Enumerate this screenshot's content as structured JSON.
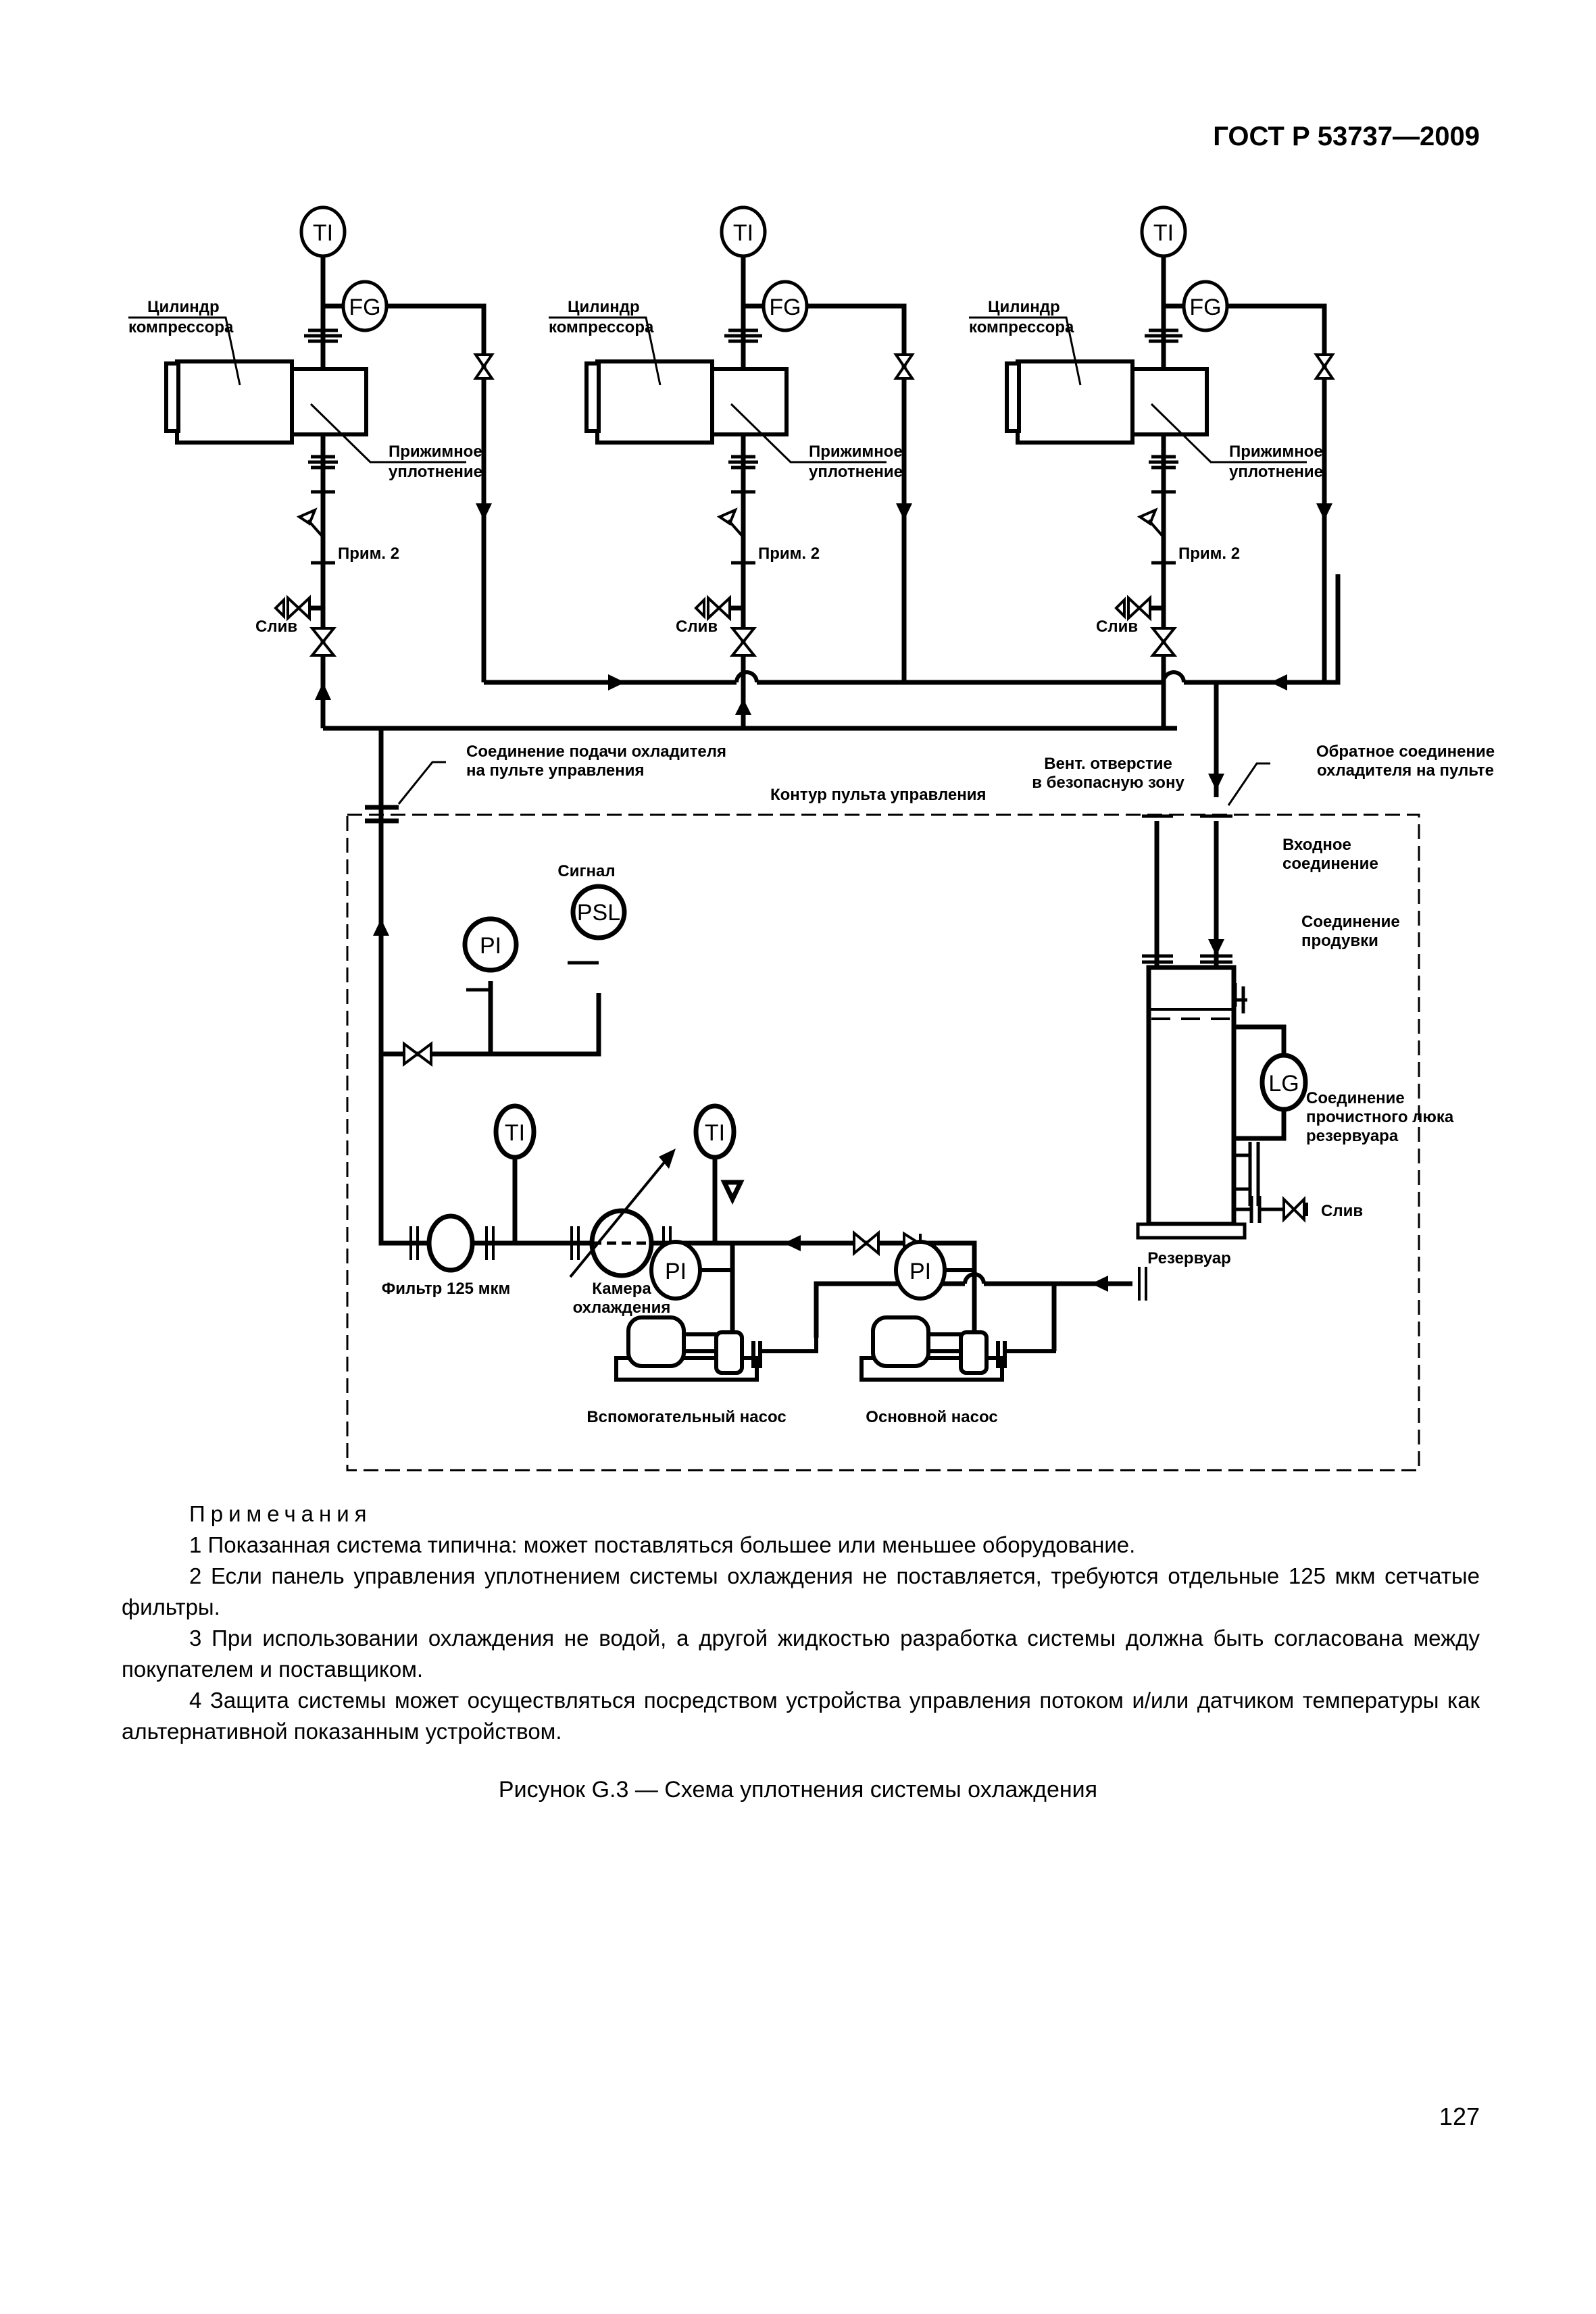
{
  "header": {
    "standard": "ГОСТ Р 53737—2009"
  },
  "diagram": {
    "compressor_units": [
      {
        "cylinder_label": [
          "Цилиндр",
          "компрессора"
        ],
        "packing_label": [
          "Прижимное",
          "уплотнение"
        ],
        "temp_indicator": "TI",
        "flow_glass": "FG",
        "note_ref": "Прим. 2",
        "drain_label": "Слив"
      },
      {
        "cylinder_label": [
          "Цилиндр",
          "компрессора"
        ],
        "packing_label": [
          "Прижимное",
          "уплотнение"
        ],
        "temp_indicator": "TI",
        "flow_glass": "FG",
        "note_ref": "Прим. 2",
        "drain_label": "Слив"
      },
      {
        "cylinder_label": [
          "Цилиндр",
          "компрессора"
        ],
        "packing_label": [
          "Прижимное",
          "уплотнение"
        ],
        "temp_indicator": "TI",
        "flow_glass": "FG",
        "note_ref": "Прим. 2",
        "drain_label": "Слив"
      }
    ],
    "supply_connection": [
      "Соединение подачи охладителя",
      "на пульте управления"
    ],
    "panel_boundary": "Контур пульта управления",
    "vent": [
      "Вент. отверстие",
      "в безопасную зону"
    ],
    "return_connection": [
      "Обратное соединение",
      "охладителя на пульте"
    ],
    "inlet_connection": [
      "Входное",
      "соединение"
    ],
    "purge_connection": [
      "Соединение",
      "продувки"
    ],
    "level_gauge": "LG",
    "cleanout_connection": [
      "Соединение",
      "прочистного люка",
      "резервуара"
    ],
    "reservoir_drain": "Слив",
    "reservoir": "Резервуар",
    "signal": "Сигнал",
    "pressure_switch": "PSL",
    "pressure_indicator": "PI",
    "filter": "Фильтр 125 мкм",
    "cooler": [
      "Камера",
      "охлаждения"
    ],
    "filter_ti": "TI",
    "cooler_ti": "TI",
    "aux_pump": {
      "label": "Вспомогательный насос",
      "pi": "PI"
    },
    "main_pump": {
      "label": "Основной насос",
      "pi": "PI"
    }
  },
  "notes": {
    "title": "Примечания",
    "items": [
      "1 Показанная система типична: может поставляться большее или меньшее оборудование.",
      "2 Если панель управления уплотнением системы охлаждения не поставляется, требуются отдельные 125 мкм сетчатые фильтры.",
      "3 При использовании охлаждения не водой, а другой жидкостью разработка системы должна быть согласована между покупателем и поставщиком.",
      "4 Защита системы может осуществляться посредством устройства управления потоком и/или датчиком температуры как альтернативной показанным устройством."
    ]
  },
  "caption": "Рисунок G.3 — Схема уплотнения системы охлаждения",
  "page_number": "127"
}
